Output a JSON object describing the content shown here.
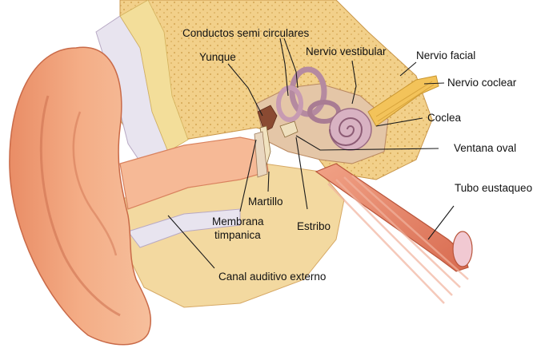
{
  "labels": {
    "conductos": "Conductos semi circulares",
    "yunque": "Yunque",
    "nervio_vestibular": "Nervio vestibular",
    "nervio_facial": "Nervio facial",
    "nervio_coclear": "Nervio coclear",
    "coclea": "Coclea",
    "ventana_oval": "Ventana oval",
    "tubo_eustaqueo": "Tubo eustaqueo",
    "martillo": "Martillo",
    "membrana_1": "Membrana",
    "membrana_2": "timpanica",
    "estribo": "Estribo",
    "canal": "Canal auditivo externo"
  },
  "colors": {
    "skin": "#f0a27a",
    "skin_dark": "#d9785a",
    "skin_light": "#f8c7a6",
    "bone": "#f2d08a",
    "bone_dot": "#d9ad5c",
    "canal": "#f6b996",
    "cartilage": "#e6e2ee",
    "fat": "#f3de9a",
    "inner_ear": "#c9a3b4",
    "tube": "#e37f62",
    "nerve": "#f3c35a"
  }
}
